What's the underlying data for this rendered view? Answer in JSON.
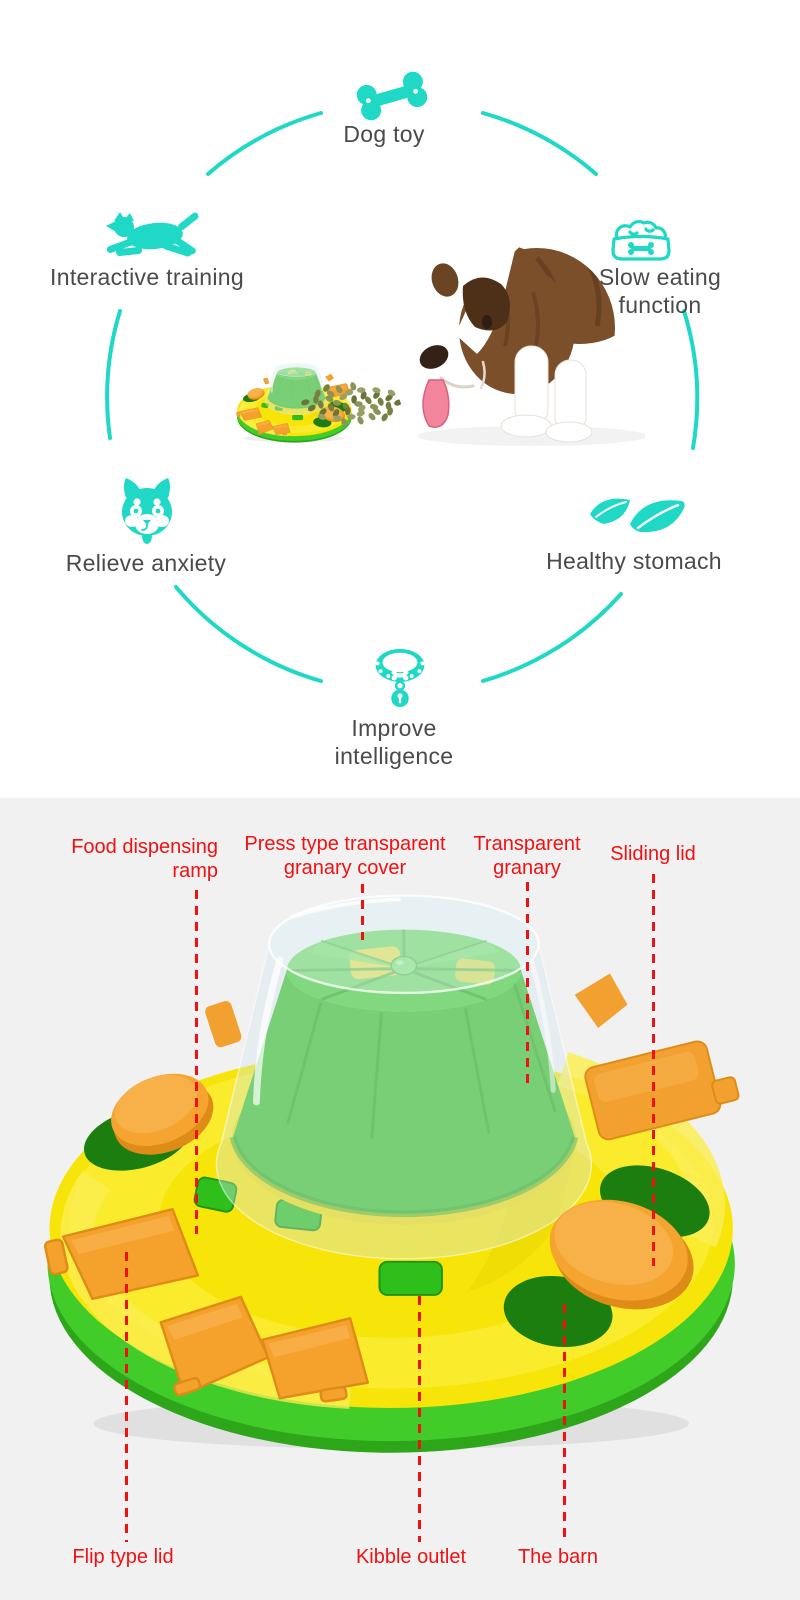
{
  "hero": {
    "features": [
      {
        "id": "dog_toy",
        "label": "Dog toy",
        "icon": "bone-icon"
      },
      {
        "id": "interactive_training",
        "label": "Interactive training",
        "icon": "running-dog-icon"
      },
      {
        "id": "slow_eating",
        "label": "Slow eating function",
        "icon": "food-bowl-icon"
      },
      {
        "id": "relieve_anxiety",
        "label": "Relieve anxiety",
        "icon": "dog-face-icon"
      },
      {
        "id": "healthy_stomach",
        "label": "Healthy stomach",
        "icon": "leaves-icon"
      },
      {
        "id": "improve_intelligence",
        "label": "Improve intelligence",
        "icon": "collar-icon"
      }
    ],
    "photo_subject": "bulldog eating from puzzle slow-feeder"
  },
  "annotations": {
    "food_ramp": "Food dispensing ramp",
    "press_cover": "Press type transparent granary cover",
    "transparent_granary": "Transparent granary",
    "sliding_lid": "Sliding lid",
    "flip_lid": "Flip type lid",
    "kibble_outlet": "Kibble outlet",
    "barn": "The barn"
  },
  "colors": {
    "accent_teal": "#1fd8c6",
    "label_red": "#f01212",
    "text_gray": "#4a4a4a",
    "section_bg": "#f1f1f1",
    "product_yellow": "#f7e409",
    "product_yellow_light": "#fbee3b",
    "product_orange": "#f5a42f",
    "product_orange_dark": "#de8c17",
    "product_green": "#41cc2a",
    "product_green_dark": "#1c7e0f",
    "spinner_green": "#3fc02a"
  }
}
